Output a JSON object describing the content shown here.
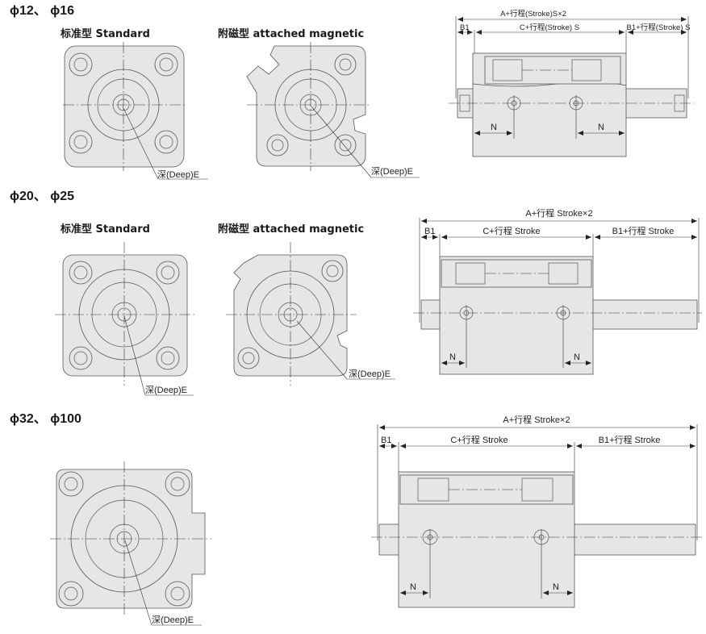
{
  "sections": [
    {
      "title": "ϕ12、 ϕ16",
      "standard_label": "标准型 Standard",
      "magnetic_label": "附磁型  attached magnetic",
      "deep_label_1": "深(Deep)E",
      "deep_label_2": "深(Deep)E",
      "side": {
        "total": "A+行程(Stroke)S×2",
        "b1": "B1",
        "c": "C+行程(Stroke) S",
        "b1s": "B1+行程(Stroke) S",
        "n_left": "N",
        "n_right": "N"
      }
    },
    {
      "title": "ϕ20、 ϕ25",
      "standard_label": "标准型 Standard",
      "magnetic_label": "附磁型  attached magnetic",
      "deep_label_1": "深(Deep)E",
      "deep_label_2": "深(Deep)E",
      "side": {
        "total": "A+行程 Stroke×2",
        "b1": "B1",
        "c": "C+行程 Stroke",
        "b1s": "B1+行程 Stroke",
        "n_left": "N",
        "n_right": "N"
      }
    },
    {
      "title": "ϕ32、 ϕ100",
      "deep_label_1": "深(Deep)E",
      "side": {
        "total": "A+行程 Stroke×2",
        "b1": "B1",
        "c": "C+行程 Stroke",
        "b1s": "B1+行程 Stroke",
        "n_left": "N",
        "n_right": "N"
      }
    }
  ]
}
